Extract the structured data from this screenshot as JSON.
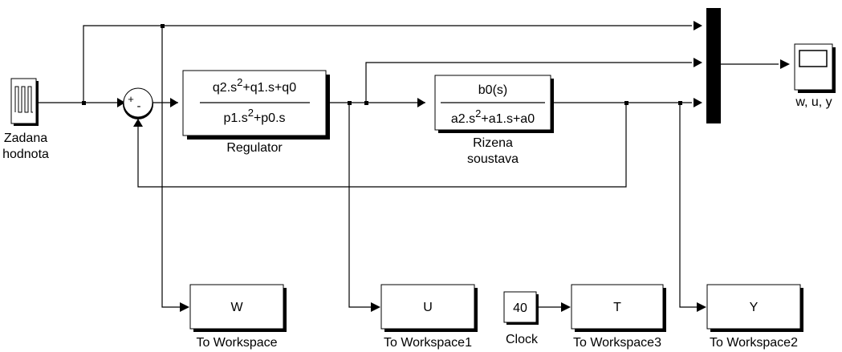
{
  "blocks": {
    "source": {
      "label_line1": "Zadana",
      "label_line2": "hodnota"
    },
    "sum": {
      "plus": "+",
      "minus": "-"
    },
    "regulator": {
      "num_main": "q2.s",
      "num_exp": "2",
      "num_rest": "+q1.s+q0",
      "den_main": "p1.s",
      "den_exp": "2",
      "den_rest": "+p0.s",
      "label": "Regulator"
    },
    "plant": {
      "num": "b0(s)",
      "den_main": "a2.s",
      "den_exp": "2",
      "den_rest": "+a1.s+a0",
      "label_line1": "Rizena",
      "label_line2": "soustava"
    },
    "scope": {
      "label": "w, u, y"
    },
    "clock": {
      "value": "40",
      "label": "Clock"
    },
    "workspaces": [
      {
        "var": "W",
        "label": "To Workspace"
      },
      {
        "var": "U",
        "label": "To Workspace1"
      },
      {
        "var": "T",
        "label": "To Workspace3"
      },
      {
        "var": "Y",
        "label": "To Workspace2"
      }
    ]
  }
}
